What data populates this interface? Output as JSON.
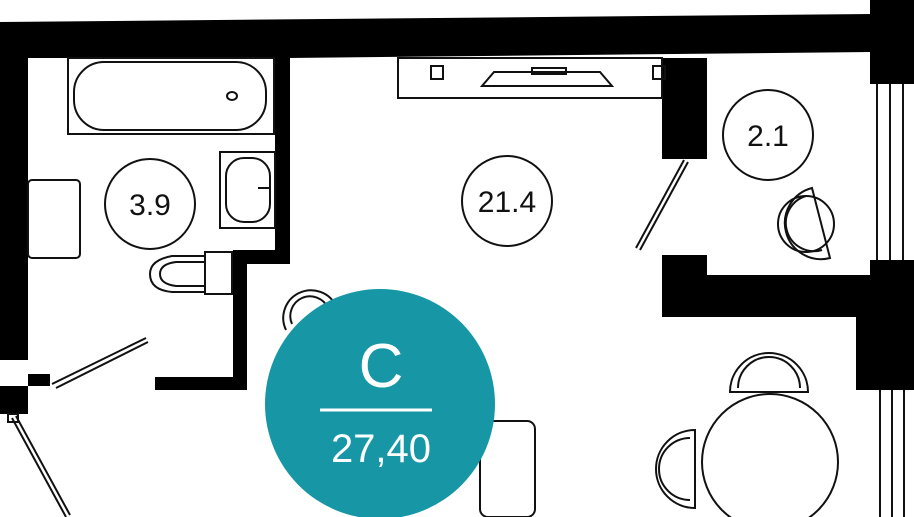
{
  "plan": {
    "rooms": [
      {
        "id": "bathroom",
        "area_label": "3.9"
      },
      {
        "id": "living-room",
        "area_label": "21.4"
      },
      {
        "id": "balcony",
        "area_label": "2.1"
      }
    ],
    "apartment_type": "C",
    "total_area": "27,40",
    "colors": {
      "wall": "#000000",
      "badge": "#1797a6",
      "line": "#111111",
      "badge_text": "#ffffff"
    }
  }
}
